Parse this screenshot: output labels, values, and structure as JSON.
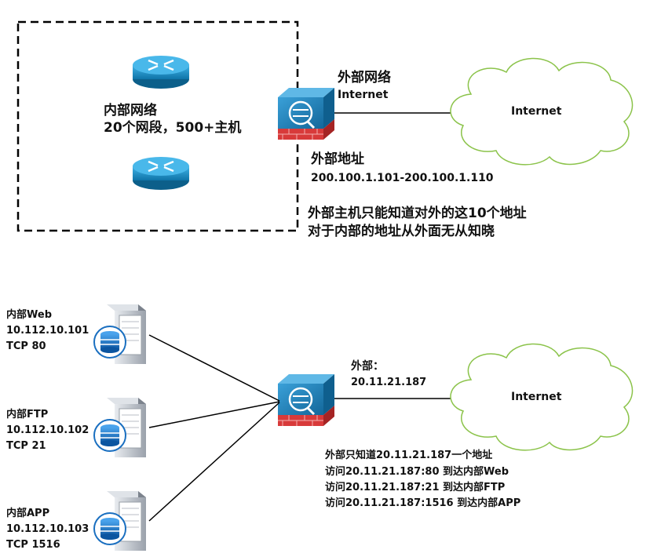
{
  "top": {
    "internal": {
      "title": "内部网络",
      "subtitle": "20个网段，500+主机"
    },
    "external_net": {
      "title": "外部网络",
      "subtitle": "Internet"
    },
    "cloud_label": "Internet",
    "external_addr": {
      "title": "外部地址",
      "range": "200.100.1.101-200.100.1.110"
    },
    "note": [
      "外部主机只能知道对外的这10个地址",
      "对于内部的地址从外面无从知晓"
    ]
  },
  "bottom": {
    "servers": [
      {
        "name": "内部Web",
        "ip": "10.112.10.101",
        "port": "TCP 80"
      },
      {
        "name": "内部FTP",
        "ip": "10.112.10.102",
        "port": "TCP 21"
      },
      {
        "name": "内部APP",
        "ip": "10.112.10.103",
        "port": "TCP 1516"
      }
    ],
    "external": {
      "title": "外部：",
      "ip": "20.11.21.187"
    },
    "cloud_label": "Internet",
    "notes": [
      "外部只知道20.11.21.187一个地址",
      "访问20.11.21.187:80  到达内部Web",
      "访问20.11.21.187:21  到达内部FTP",
      "访问20.11.21.187:1516  到达内部APP"
    ]
  },
  "colors": {
    "router": "#1f8fc4",
    "firewall_top": "#1b7fb8",
    "firewall_brick": "#d83a3a",
    "cloud_stroke": "#8bc34a",
    "server_body": "#c8ccd2",
    "disk": "#1a6fc0"
  }
}
